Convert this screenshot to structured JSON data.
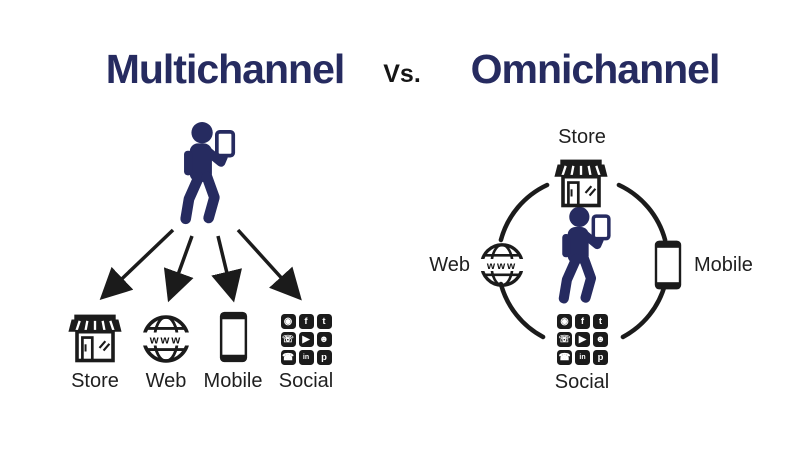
{
  "header": {
    "left_title": "Multichannel",
    "separator": "Vs.",
    "right_title": "Omnichannel"
  },
  "colors": {
    "navy": "#262b60",
    "icon_black": "#1b1b1b",
    "background": "#ffffff"
  },
  "globe": {
    "text": "www"
  },
  "multichannel": {
    "person_icon": "customer-with-phone-icon",
    "channels": [
      {
        "label": "Store",
        "icon": "storefront-icon"
      },
      {
        "label": "Web",
        "icon": "globe-www-icon"
      },
      {
        "label": "Mobile",
        "icon": "smartphone-icon"
      },
      {
        "label": "Social",
        "icon": "social-apps-grid-icon"
      }
    ]
  },
  "omnichannel": {
    "person_icon": "customer-with-phone-icon",
    "channels": [
      {
        "position": "top",
        "label": "Store",
        "icon": "storefront-icon"
      },
      {
        "position": "left",
        "label": "Web",
        "icon": "globe-www-icon"
      },
      {
        "position": "right",
        "label": "Mobile",
        "icon": "smartphone-icon"
      },
      {
        "position": "bottom",
        "label": "Social",
        "icon": "social-apps-grid-icon"
      }
    ]
  },
  "social_apps": [
    {
      "name": "instagram",
      "glyph": "◉"
    },
    {
      "name": "facebook",
      "glyph": "f"
    },
    {
      "name": "twitter",
      "glyph": "t"
    },
    {
      "name": "whatsapp",
      "glyph": "☏"
    },
    {
      "name": "youtube",
      "glyph": "▶"
    },
    {
      "name": "snapchat",
      "glyph": "☻"
    },
    {
      "name": "viber",
      "glyph": "☎"
    },
    {
      "name": "linkedin",
      "glyph": "in"
    },
    {
      "name": "pinterest",
      "glyph": "p"
    }
  ]
}
